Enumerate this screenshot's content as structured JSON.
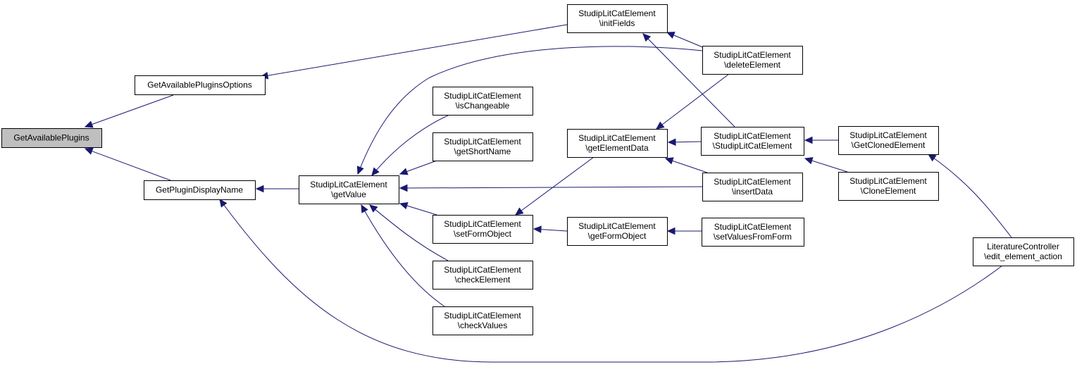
{
  "diagram": {
    "type": "doxygen-caller-graph",
    "root": "n0",
    "nodes": [
      {
        "id": "n0",
        "lines": [
          "GetAvailablePlugins"
        ],
        "highlighted": true
      },
      {
        "id": "n1",
        "lines": [
          "GetAvailablePluginsOptions"
        ]
      },
      {
        "id": "n2",
        "lines": [
          "GetPluginDisplayName"
        ]
      },
      {
        "id": "n3",
        "lines": [
          "StudipLitCatElement",
          "\\initFields"
        ]
      },
      {
        "id": "n4",
        "lines": [
          "StudipLitCatElement",
          "\\getValue"
        ]
      },
      {
        "id": "n5",
        "lines": [
          "StudipLitCatElement",
          "\\deleteElement"
        ]
      },
      {
        "id": "n6",
        "lines": [
          "StudipLitCatElement",
          "\\isChangeable"
        ]
      },
      {
        "id": "n7",
        "lines": [
          "StudipLitCatElement",
          "\\getShortName"
        ]
      },
      {
        "id": "n8",
        "lines": [
          "StudipLitCatElement",
          "\\setFormObject"
        ]
      },
      {
        "id": "n9",
        "lines": [
          "StudipLitCatElement",
          "\\checkElement"
        ]
      },
      {
        "id": "n10",
        "lines": [
          "StudipLitCatElement",
          "\\checkValues"
        ]
      },
      {
        "id": "n11",
        "lines": [
          "StudipLitCatElement",
          "\\getElementData"
        ]
      },
      {
        "id": "n12",
        "lines": [
          "StudipLitCatElement",
          "\\getFormObject"
        ]
      },
      {
        "id": "n13",
        "lines": [
          "StudipLitCatElement",
          "\\StudipLitCatElement"
        ]
      },
      {
        "id": "n14",
        "lines": [
          "StudipLitCatElement",
          "\\insertData"
        ]
      },
      {
        "id": "n15",
        "lines": [
          "StudipLitCatElement",
          "\\setValuesFromForm"
        ]
      },
      {
        "id": "n16",
        "lines": [
          "StudipLitCatElement",
          "\\GetClonedElement"
        ]
      },
      {
        "id": "n17",
        "lines": [
          "StudipLitCatElement",
          "\\CloneElement"
        ]
      },
      {
        "id": "n18",
        "lines": [
          "LiteratureController",
          "\\edit_element_action"
        ]
      }
    ],
    "edges": [
      {
        "from": "n1",
        "to": "n0"
      },
      {
        "from": "n2",
        "to": "n0"
      },
      {
        "from": "n3",
        "to": "n1"
      },
      {
        "from": "n4",
        "to": "n2"
      },
      {
        "from": "n18",
        "to": "n2"
      },
      {
        "from": "n5",
        "to": "n3"
      },
      {
        "from": "n13",
        "to": "n3"
      },
      {
        "from": "n5",
        "to": "n4"
      },
      {
        "from": "n6",
        "to": "n4"
      },
      {
        "from": "n7",
        "to": "n4"
      },
      {
        "from": "n8",
        "to": "n4"
      },
      {
        "from": "n9",
        "to": "n4"
      },
      {
        "from": "n10",
        "to": "n4"
      },
      {
        "from": "n14",
        "to": "n4"
      },
      {
        "from": "n5",
        "to": "n11"
      },
      {
        "from": "n13",
        "to": "n11"
      },
      {
        "from": "n14",
        "to": "n11"
      },
      {
        "from": "n11",
        "to": "n8"
      },
      {
        "from": "n12",
        "to": "n8"
      },
      {
        "from": "n15",
        "to": "n12"
      },
      {
        "from": "n16",
        "to": "n13"
      },
      {
        "from": "n17",
        "to": "n13"
      },
      {
        "from": "n18",
        "to": "n16"
      }
    ]
  }
}
